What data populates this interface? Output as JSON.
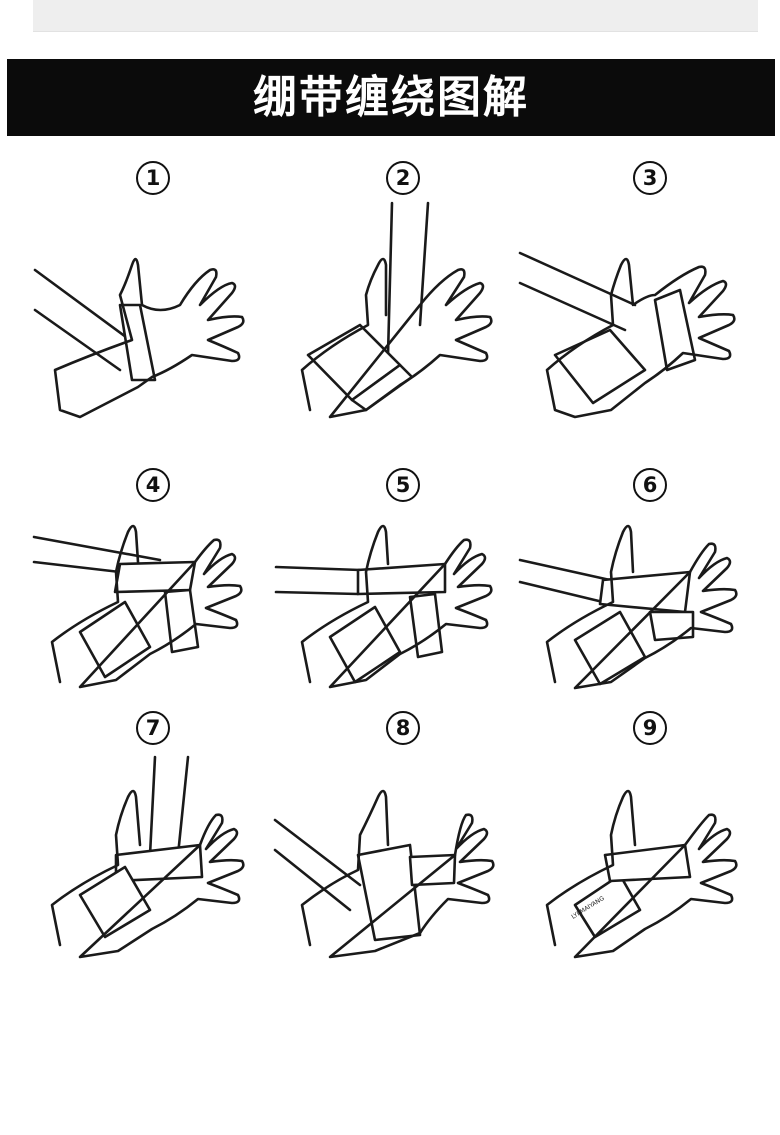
{
  "title": "绷带缠绕图解",
  "steps": [
    {
      "number": "1"
    },
    {
      "number": "2"
    },
    {
      "number": "3"
    },
    {
      "number": "4"
    },
    {
      "number": "5"
    },
    {
      "number": "6"
    },
    {
      "number": "7"
    },
    {
      "number": "8"
    },
    {
      "number": "9"
    }
  ],
  "colors": {
    "title_bar": "#0b0b0b",
    "title_text": "#ffffff",
    "line_art": "#1a1a1a",
    "top_band": "#eeeeee"
  }
}
